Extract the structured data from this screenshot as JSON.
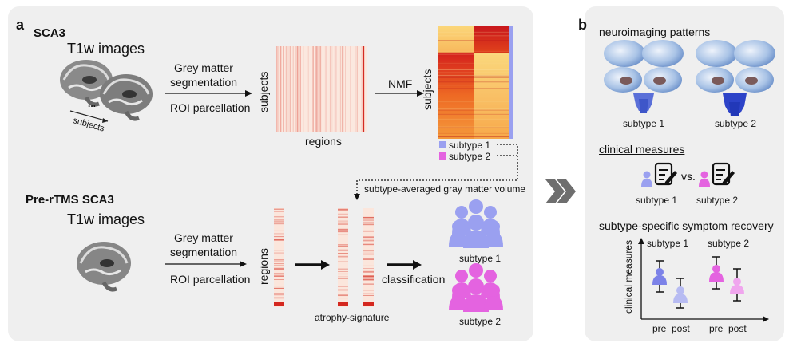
{
  "panel_a": {
    "label": "a",
    "section1_title": "SCA3",
    "t1w_label_top": "T1w images",
    "dots": "...",
    "subjects_arrow": "subjects",
    "step1_line1": "Grey matter",
    "step1_line2": "segmentation",
    "step1_line3": "ROI parcellation",
    "matrix_ylabel": "subjects",
    "matrix_xlabel": "regions",
    "nmf_label": "NMF",
    "heat_ylabel": "subjects",
    "legend_subtype1": "subtype 1",
    "legend_subtype2": "subtype 2",
    "averaged_label": "subtype-averaged gray matter volume",
    "section2_title": "Pre-rTMS SCA3",
    "t1w_label_bottom": "T1w images",
    "step2_line1": "Grey matter",
    "step2_line2": "segmentation",
    "step2_line3": "ROI parcellation",
    "regions_label": "regions",
    "atrophy_label": "atrophy-signature",
    "classification_label": "classification",
    "group1_label": "subtype 1",
    "group2_label": "subtype 2",
    "colors": {
      "subtype1": "#9aa0f0",
      "subtype2": "#e463e0",
      "heat_dark": "#c8161c",
      "heat_light": "#fbd77a"
    }
  },
  "panel_b": {
    "label": "b",
    "neuro_title": "neuroimaging patterns",
    "brain1_label": "subtype 1",
    "brain2_label": "subtype 2",
    "clinical_title": "clinical measures",
    "clin_sub1": "subtype 1",
    "vs_label": "vs.",
    "clin_sub2": "subtype 2",
    "recovery_title": "subtype-specific symptom recovery",
    "plot_ylabel": "clinical measures",
    "plot_sub1": "subtype 1",
    "plot_sub2": "subtype 2",
    "x_pre1": "pre",
    "x_post1": "post",
    "x_pre2": "pre",
    "x_post2": "post"
  }
}
